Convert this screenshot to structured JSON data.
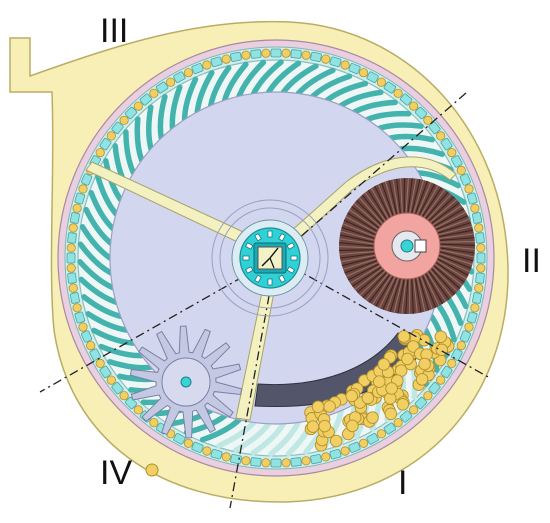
{
  "zones": {
    "zone_1": "I",
    "zone_2": "II",
    "zone_3": "III",
    "zone_4": "IV"
  },
  "colors": {
    "housing": "#f7efb6",
    "housing_stroke": "#b9ad63",
    "rim_ring": "#e9cfdf",
    "channel": "#cfefef",
    "cell": "#8fe3e3",
    "ball": "#f1cf63",
    "ball_stroke": "#b0902c",
    "vane": "#44b3ad",
    "vane_light": "#bfe7e4",
    "disc": "#d2d6ee",
    "disc_stroke": "#9aa0c4",
    "spoke": "#f3f1c0",
    "hub": "#2fd0d6",
    "brush": "#5e3a34",
    "brush_core": "#f1a4a0",
    "wheel": "#c4c9e3",
    "shoe": "#53556a"
  },
  "icons": {
    "center_hub": "rotor-hub-icon",
    "star_wheel": "star-wheel-icon",
    "brush_roll": "brush-roll-icon"
  }
}
